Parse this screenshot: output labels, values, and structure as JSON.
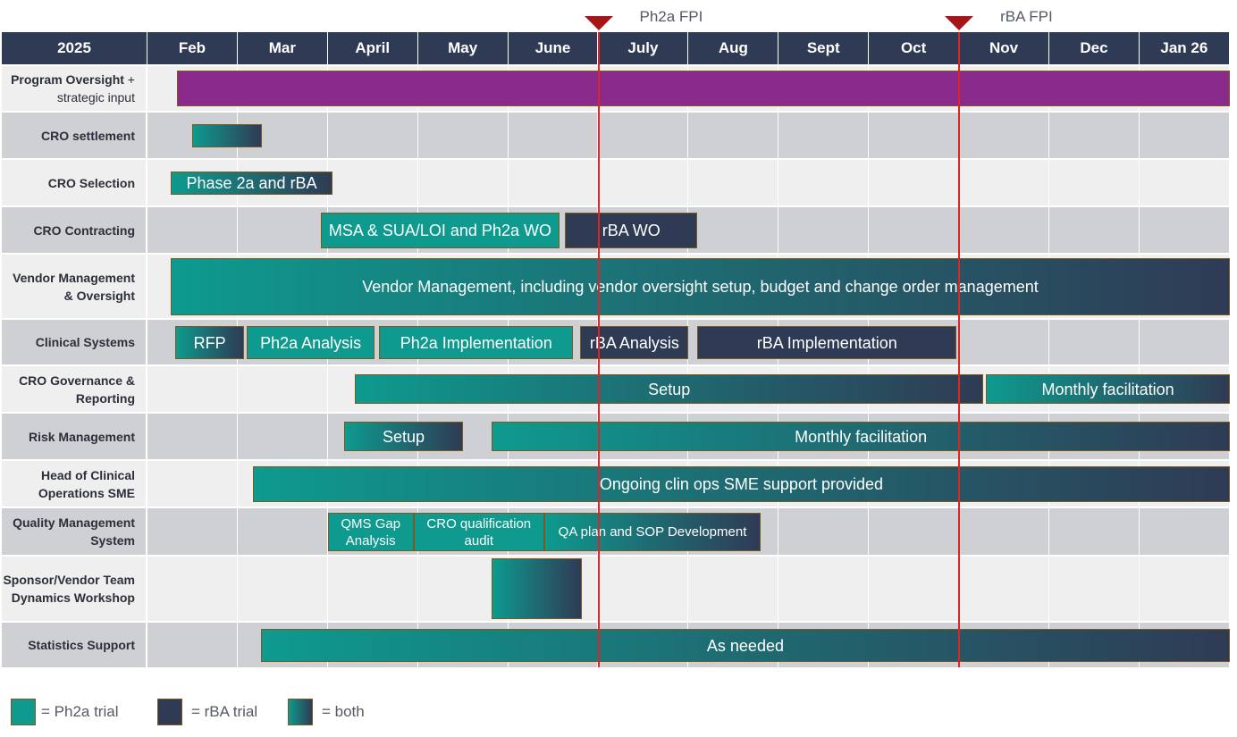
{
  "chart_data": {
    "type": "gantt",
    "year_label": "2025",
    "months": [
      "Feb",
      "Mar",
      "April",
      "May",
      "June",
      "July",
      "Aug",
      "Sept",
      "Oct",
      "Nov",
      "Dec",
      "Jan 26"
    ],
    "milestones": [
      {
        "label": "Ph2a FPI",
        "month_index": 5.0
      },
      {
        "label": "rBA FPI",
        "month_index": 9.0
      }
    ],
    "rows": [
      {
        "label": "Program Oversight",
        "label_suffix": " +",
        "sublabel": "strategic input",
        "tasks": [
          {
            "label": "",
            "start": 0.33,
            "end": 12.0,
            "trial": "purple"
          }
        ]
      },
      {
        "label": "CRO settlement",
        "tasks": [
          {
            "label": "",
            "start": 0.5,
            "end": 1.27,
            "trial": "both"
          }
        ]
      },
      {
        "label": "CRO Selection",
        "tasks": [
          {
            "label": "Phase 2a and rBA",
            "start": 0.26,
            "end": 2.05,
            "trial": "both"
          }
        ]
      },
      {
        "label": "CRO Contracting",
        "tasks": [
          {
            "label": "MSA & SUA/LOI and Ph2a WO",
            "start": 1.92,
            "end": 4.57,
            "trial": "ph2a"
          },
          {
            "label": "rBA WO",
            "start": 4.63,
            "end": 6.1,
            "trial": "rba"
          }
        ]
      },
      {
        "label": "Vendor Management & Oversight",
        "tasks": [
          {
            "label": "Vendor Management, including vendor oversight setup, budget and change order management",
            "start": 0.26,
            "end": 12.0,
            "trial": "both"
          }
        ]
      },
      {
        "label": "Clinical Systems",
        "tasks": [
          {
            "label": "RFP",
            "start": 0.31,
            "end": 1.07,
            "trial": "both"
          },
          {
            "label": "Ph2a Analysis",
            "start": 1.1,
            "end": 2.52,
            "trial": "ph2a"
          },
          {
            "label": "Ph2a Implementation",
            "start": 2.57,
            "end": 4.72,
            "trial": "ph2a"
          },
          {
            "label": "rBA Analysis",
            "start": 4.8,
            "end": 6.0,
            "trial": "rba"
          },
          {
            "label": "rBA Implementation",
            "start": 6.1,
            "end": 8.97,
            "trial": "rba"
          }
        ]
      },
      {
        "label": "CRO Governance & Reporting",
        "tasks": [
          {
            "label": "Setup",
            "start": 2.3,
            "end": 9.27,
            "trial": "both"
          },
          {
            "label": "Monthly facilitation",
            "start": 9.3,
            "end": 12.0,
            "trial": "both"
          }
        ]
      },
      {
        "label": "Risk Management",
        "tasks": [
          {
            "label": "Setup",
            "start": 2.18,
            "end": 3.5,
            "trial": "both"
          },
          {
            "label": "Monthly facilitation",
            "start": 3.82,
            "end": 12.0,
            "trial": "both"
          }
        ]
      },
      {
        "label": "Head of Clinical Operations SME",
        "tasks": [
          {
            "label": "Ongoing clin ops SME support provided",
            "start": 1.17,
            "end": 12.0,
            "trial": "both"
          }
        ]
      },
      {
        "label": "Quality Management System",
        "tasks": [
          {
            "label": "QMS Gap Analysis",
            "start": 2.0,
            "end": 2.95,
            "trial": "ph2a"
          },
          {
            "label": "CRO qualification audit",
            "start": 2.95,
            "end": 4.4,
            "trial": "ph2a"
          },
          {
            "label": "QA plan and SOP Development",
            "start": 4.4,
            "end": 6.8,
            "trial": "both"
          }
        ]
      },
      {
        "label": "Sponsor/Vendor Team Dynamics Workshop",
        "tasks": [
          {
            "label": "",
            "start": 3.82,
            "end": 4.82,
            "trial": "both"
          }
        ]
      },
      {
        "label": "Statistics Support",
        "tasks": [
          {
            "label": "As needed",
            "start": 1.26,
            "end": 12.0,
            "trial": "both"
          }
        ]
      }
    ],
    "legend": [
      {
        "key": "ph2a",
        "label": "= Ph2a trial"
      },
      {
        "key": "rba",
        "label": "= rBA trial"
      },
      {
        "key": "both",
        "label": "= both"
      }
    ]
  }
}
